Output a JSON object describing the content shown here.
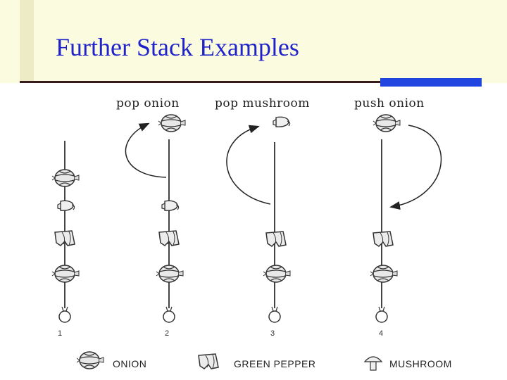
{
  "slide": {
    "title": "Further Stack Examples"
  },
  "diagram": {
    "operations": [
      "pop onion",
      "pop mushroom",
      "push onion"
    ],
    "step_numbers": [
      "1",
      "2",
      "3",
      "4"
    ],
    "stacks": [
      [
        "onion",
        "mushroom",
        "green-pepper",
        "onion"
      ],
      [
        "mushroom",
        "green-pepper",
        "onion"
      ],
      [
        "green-pepper",
        "onion"
      ],
      [
        "green-pepper",
        "onion"
      ]
    ],
    "removed_items": [
      "onion",
      "mushroom"
    ],
    "pushed_item": "onion",
    "legend": [
      {
        "icon": "onion-icon",
        "label": "ONION"
      },
      {
        "icon": "green-pepper-icon",
        "label": "GREEN PEPPER"
      },
      {
        "icon": "mushroom-icon",
        "label": "MUSHROOM"
      }
    ]
  }
}
